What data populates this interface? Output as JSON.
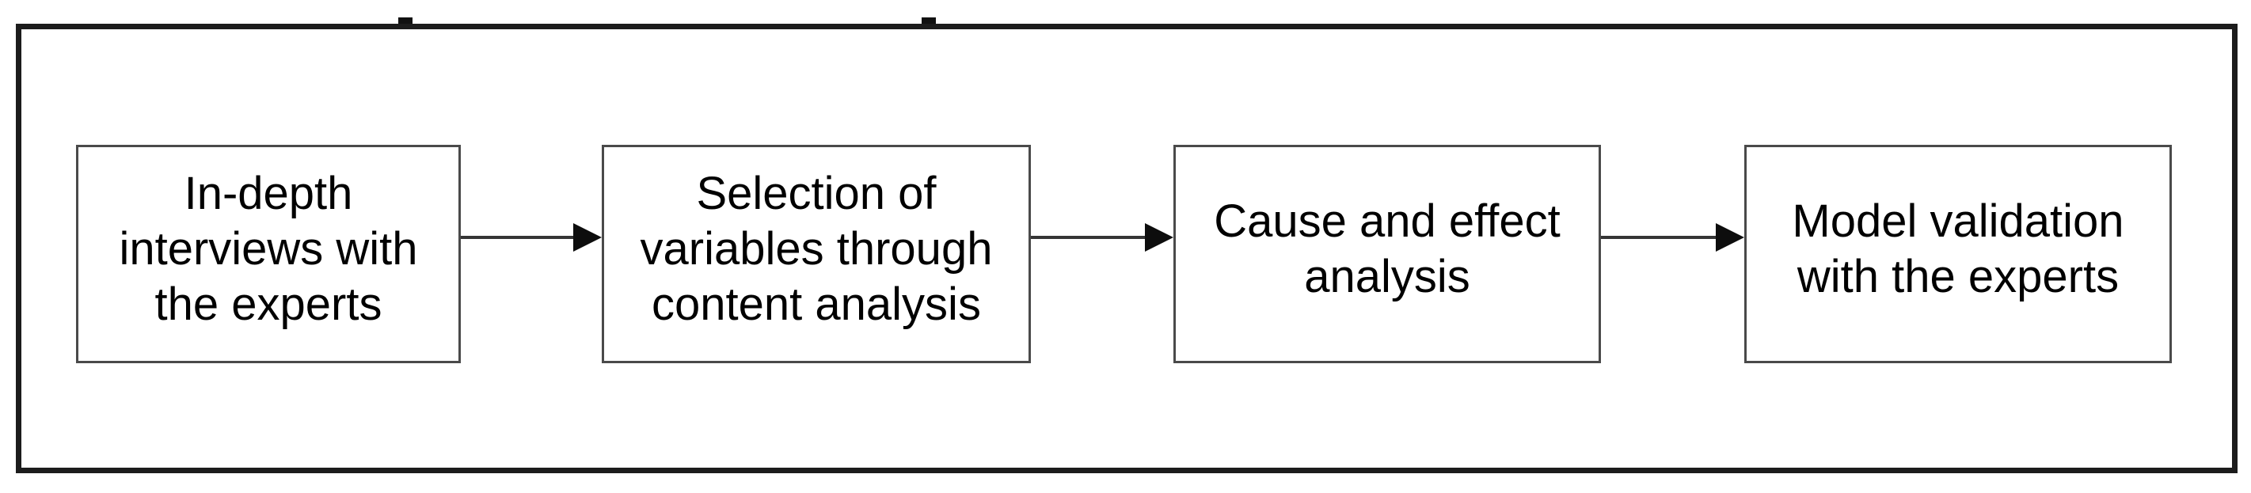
{
  "diagram": {
    "type": "flowchart",
    "direction": "left-to-right",
    "steps": [
      {
        "lines": [
          "In-depth",
          "interviews with",
          "the experts"
        ]
      },
      {
        "lines": [
          "Selection of",
          "variables through",
          "content analysis"
        ]
      },
      {
        "lines": [
          "Cause and effect",
          "analysis"
        ]
      },
      {
        "lines": [
          "Model validation",
          "with the experts"
        ]
      }
    ],
    "connectors": [
      {
        "from": 1,
        "to": 2,
        "style": "arrow-right"
      },
      {
        "from": 2,
        "to": 3,
        "style": "arrow-right"
      },
      {
        "from": 3,
        "to": 4,
        "style": "arrow-right"
      }
    ],
    "colors": {
      "background": "#ffffff",
      "frame_border": "#1c1c1c",
      "box_border": "#4a4a4a",
      "text": "#000000",
      "arrow": "#353535",
      "arrow_head": "#0d0d0d"
    }
  }
}
